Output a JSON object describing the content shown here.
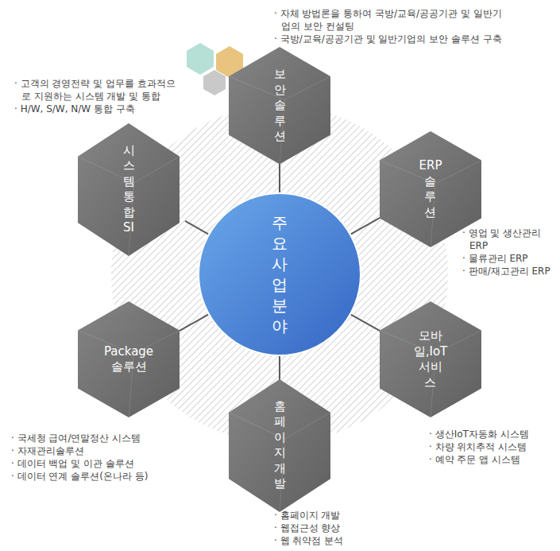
{
  "diagram": {
    "nodes": [
      {
        "text": [
          "보안 솔루션"
        ]
      },
      {
        "text": [
          "시스템통합 SI"
        ]
      },
      {
        "text": [
          "ERP 솔루션"
        ]
      },
      {
        "text": [
          "주요사업 분야"
        ]
      },
      {
        "text": [
          "Package 솔루션"
        ]
      },
      {
        "text": [
          "모바일,IoT 서비스"
        ]
      },
      {
        "text": [
          "홈페이지 개발"
        ]
      }
    ],
    "edges": [
      {
        "from": 3,
        "to": 0,
        "arrow": "none"
      },
      {
        "from": 3,
        "to": 1,
        "arrow": "none"
      },
      {
        "from": 3,
        "to": 2,
        "arrow": "none"
      },
      {
        "from": 3,
        "to": 4,
        "arrow": "none"
      },
      {
        "from": 3,
        "to": 5,
        "arrow": "none"
      },
      {
        "from": 3,
        "to": 6,
        "arrow": "none"
      }
    ],
    "labels": [
      "· 자체 방법론을 통하여 국방/교육/공공기관 및 일반기업의 보안 컨설팅",
      "· 국방/교육/공공기관 및 일반기업의 보안 솔루션 구축",
      "· 고객의 경영전략 및 업무를 효과적으로 지원하는 시스템 개발 및 통합",
      "· H/W, S/W, N/W 통합 구축",
      "· 영업 및 생산관리 ERP",
      "· 물류관리 ERP",
      "· 판매/재고관리 ERP",
      "· 국세청 급여/연말정산 시스템",
      "· 자재관리솔루션",
      "· 데이터 백업 및 이관 솔루션",
      "· 데이터 연계 솔루션(온나라 등)",
      "· 생산IoT자동화 시스템",
      "· 차량 위치추적 시스템",
      "· 예약 주문 앱 시스템",
      "· 홈페이지 개발",
      "· 웹접근성 향상",
      "· 웹 취약점 분석"
    ]
  }
}
